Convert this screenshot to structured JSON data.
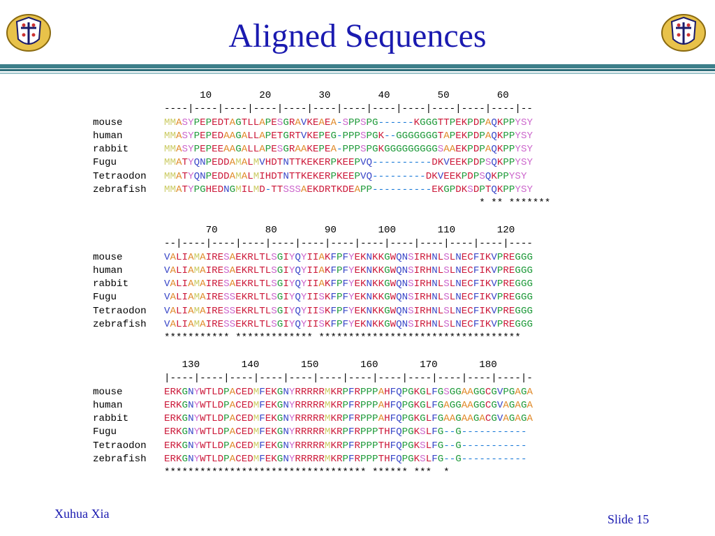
{
  "slide": {
    "title": "Aligned Sequences",
    "author": "Xuhua Xia",
    "slide_number": "Slide 15"
  },
  "alignment": {
    "blocks": [
      {
        "numbers": "      10        20        30        40        50        60",
        "ruler": "----|----|----|----|----|----|----|----|----|----|----|----|--",
        "rows": [
          {
            "name": "mouse",
            "seq": "MMASYPEPEDTAGTLLAPESGRAVKEAEA-SPPSPG------KGGGTTPEKPDPAQKPPYSY"
          },
          {
            "name": "human",
            "seq": "MMASYPEPEDAAGALLAPETGRTVKEPEG-PPPSPGK--GGGGGGGTAPEKPDPAQKPPYSY"
          },
          {
            "name": "rabbit",
            "seq": "MMASYPEPEEAAGALLAPESGRAAKEPEA-PPPSPGKGGGGGGGGGSAAEKPDPAQKPPYSY"
          },
          {
            "name": "Fugu",
            "seq": "MMATYQNPEDDAMALMVHDTNTTKEKERPKEEPVQ----------DKVEEKPDPSQKPPYSY"
          },
          {
            "name": "Tetraodon",
            "seq": "MMATYQNPEDDAMALMIHDTNTTKEKERPKEEPVQ---------DKVEEKPDPSQKPPYSY"
          },
          {
            "name": "zebrafish",
            "seq": "MMATYPGHEDNGMILMD-TTSSSAEKDRTKDEAPP----------EKGPDKSDPTQKPPYSY"
          }
        ],
        "conservation": "                                                     * ** *******"
      },
      {
        "numbers": "       70        80        90       100       110       120",
        "ruler": "--|----|----|----|----|----|----|----|----|----|----|----|----",
        "rows": [
          {
            "name": "mouse",
            "seq": "VALIAMAIRESAEKRLTLSGIYQYIIAKFPFYEKNKKGWQNSIRHNLSLNECFIKVPREGGG"
          },
          {
            "name": "human",
            "seq": "VALIAMAIRESAEKRLTLSGIYQYIIAKFPFYEKNKKGWQNSIRHNLSLNECFIKVPREGGG"
          },
          {
            "name": "rabbit",
            "seq": "VALIAMAIRESAEKRLTLSGIYQYIIAKFPFYEKNKKGWQNSIRHNLSLNECFIKVPREGGG"
          },
          {
            "name": "Fugu",
            "seq": "VALIAMAIRESSEKRLTLSGIYQYIISKFPFYEKNKKGWQNSIRHNLSLNECFIKVPREGGG"
          },
          {
            "name": "Tetraodon",
            "seq": "VALIAMAIRESSEKRLTLSGIYQYIISKFPFYEKNKKGWQNSIRHNLSLNECFIKVPREGGG"
          },
          {
            "name": "zebrafish",
            "seq": "VALIAMAIRESSEKRLTLSGIYQYIISKFPFYEKNKKGWQNSIRHNLSLNECFIKVPREGGG"
          }
        ],
        "conservation": "*********** ************* **********************************"
      },
      {
        "numbers": "   130       140       150       160       170       180",
        "ruler": "|----|----|----|----|----|----|----|----|----|----|----|----|-",
        "rows": [
          {
            "name": "mouse",
            "seq": "ERKGNYWTLDPACEDMFEKGNYRRRRRMKRPFRPPPAHFQPGKGLFGSGGAAGGCGVPGAGA"
          },
          {
            "name": "human",
            "seq": "ERKGNYWTLDPACEDMFEKGNYRRRRRMKRPFRPPPAHFQPGKGLFGAGGAAGGCGVAGAGA"
          },
          {
            "name": "rabbit",
            "seq": "ERKGNYWTLDPACEDMFEKGNYRRRRRMKRPFRPPPAHFQPGKGLFGAAGAAGACGVAGAGA"
          },
          {
            "name": "Fugu",
            "seq": "ERKGNYWTLDPACEDMFEKGNYRRRRRMKRPFRPPPTHFQPGKSLFG--G-----------"
          },
          {
            "name": "Tetraodon",
            "seq": "ERKGNYWTLDPACEDMFEKGNYRRRRRMKRPFRPPPTHFQPGKSLFG--G-----------"
          },
          {
            "name": "zebrafish",
            "seq": "ERKGNYWTLDPACEDMFEKGNYRRRRRMKRPFRPPPTHFQPGKSLFG--G-----------"
          }
        ],
        "conservation": "********************************** ****** ***  *"
      }
    ]
  },
  "residue_colors": {
    "A": "#e08a2a",
    "S": "#cc66cc",
    "T": "#cc1a3a",
    "G": "#1f9a3a",
    "P": "#1f9a3a",
    "Q": "#3a48c8",
    "N": "#3a48c8",
    "K": "#cc1a3a",
    "R": "#cc1a3a",
    "E": "#cc1a3a",
    "D": "#cc1a3a",
    "Y": "#cc66cc",
    "W": "#cc1a3a",
    "F": "#3a48c8",
    "M": "#cccc66",
    "L": "#cc1a3a",
    "I": "#cc1a3a",
    "V": "#3a48c8",
    "C": "#cc1a3a",
    "H": "#cc1a3a",
    "-": "#1a7ad8"
  },
  "colors": {
    "title": "#1a1ab0",
    "header_bar": "#3d7f8a"
  },
  "icons": {
    "left_logo": "crest-icon",
    "right_logo": "crest-icon"
  }
}
